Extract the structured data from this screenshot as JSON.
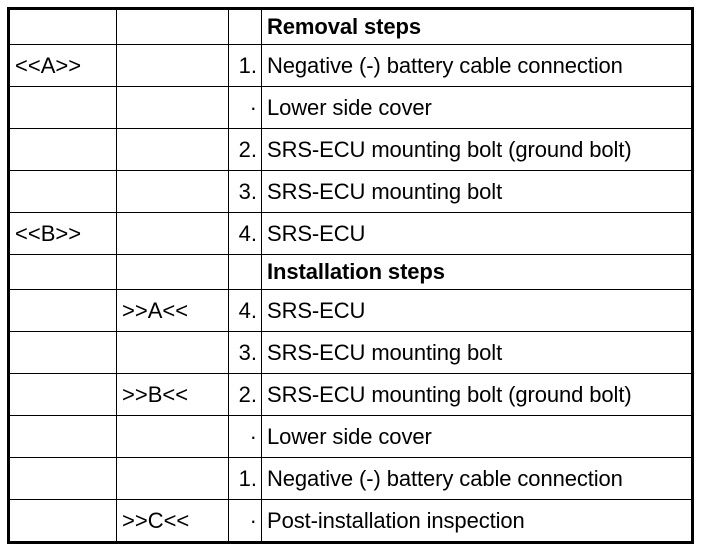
{
  "rows": [
    {
      "c1": "",
      "c2": "",
      "num": "",
      "name": "Removal steps",
      "heading": true
    },
    {
      "c1": "<<A>>",
      "c2": "",
      "num": "1.",
      "name": "Negative (-) battery cable connection",
      "heading": false
    },
    {
      "c1": "",
      "c2": "",
      "num": "·",
      "name": "Lower side cover",
      "heading": false
    },
    {
      "c1": "",
      "c2": "",
      "num": "2.",
      "name": "SRS-ECU mounting bolt (ground bolt)",
      "heading": false
    },
    {
      "c1": "",
      "c2": "",
      "num": "3.",
      "name": "SRS-ECU mounting bolt",
      "heading": false
    },
    {
      "c1": "<<B>>",
      "c2": "",
      "num": "4.",
      "name": "SRS-ECU",
      "heading": false
    },
    {
      "c1": "",
      "c2": "",
      "num": "",
      "name": "Installation steps",
      "heading": true
    },
    {
      "c1": "",
      "c2": ">>A<<",
      "num": "4.",
      "name": "SRS-ECU",
      "heading": false
    },
    {
      "c1": "",
      "c2": "",
      "num": "3.",
      "name": "SRS-ECU mounting bolt",
      "heading": false
    },
    {
      "c1": "",
      "c2": ">>B<<",
      "num": "2.",
      "name": "SRS-ECU mounting bolt (ground bolt)",
      "heading": false
    },
    {
      "c1": "",
      "c2": "",
      "num": "·",
      "name": "Lower side cover",
      "heading": false
    },
    {
      "c1": "",
      "c2": "",
      "num": "1.",
      "name": "Negative (-) battery cable connection",
      "heading": false
    },
    {
      "c1": "",
      "c2": ">>C<<",
      "num": "·",
      "name": "Post-installation inspection",
      "heading": false
    }
  ]
}
